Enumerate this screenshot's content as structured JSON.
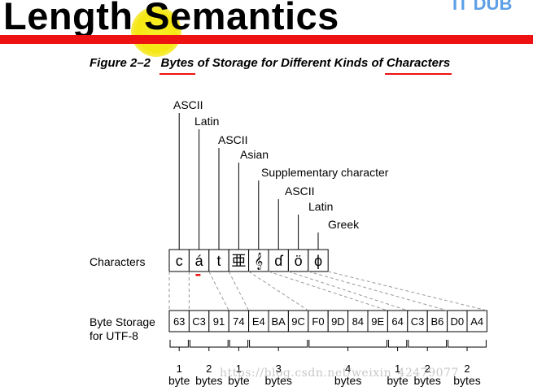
{
  "slide": {
    "title": "Length Semantics",
    "corner_logo": "IT DUB",
    "watermark": "https://blog.csdn.net/weixin_42479077"
  },
  "figure": {
    "label": "Figure 2–2",
    "title_parts": [
      "Bytes",
      " of Storage for Different Kinds of ",
      "Characters"
    ],
    "row_labels": {
      "characters": "Characters",
      "byte_storage_line1": "Byte Storage",
      "byte_storage_line2": "for UTF-8"
    },
    "characters": [
      {
        "glyph": "c",
        "type": "ASCII",
        "bytes": [
          "63"
        ],
        "count": "1",
        "unit": "byte"
      },
      {
        "glyph": "á",
        "type": "Latin",
        "bytes": [
          "C3",
          "91"
        ],
        "count": "2",
        "unit": "bytes"
      },
      {
        "glyph": "t",
        "type": "ASCII",
        "bytes": [
          "74"
        ],
        "count": "1",
        "unit": "byte"
      },
      {
        "glyph": "亜",
        "type": "Asian",
        "bytes": [
          "E4",
          "BA",
          "9C"
        ],
        "count": "3",
        "unit": "bytes"
      },
      {
        "glyph": "𝄞",
        "type": "Supplementary character",
        "bytes": [
          "F0",
          "9D",
          "84",
          "9E"
        ],
        "count": "4",
        "unit": "bytes"
      },
      {
        "glyph": "ɗ",
        "type": "ASCII",
        "bytes": [
          "64"
        ],
        "count": "1",
        "unit": "byte"
      },
      {
        "glyph": "ö",
        "type": "Latin",
        "bytes": [
          "C3",
          "B6"
        ],
        "count": "2",
        "unit": "bytes"
      },
      {
        "glyph": "ϕ",
        "type": "Greek",
        "bytes": [
          "D0",
          "A4"
        ],
        "count": "2",
        "unit": "bytes"
      }
    ]
  }
}
